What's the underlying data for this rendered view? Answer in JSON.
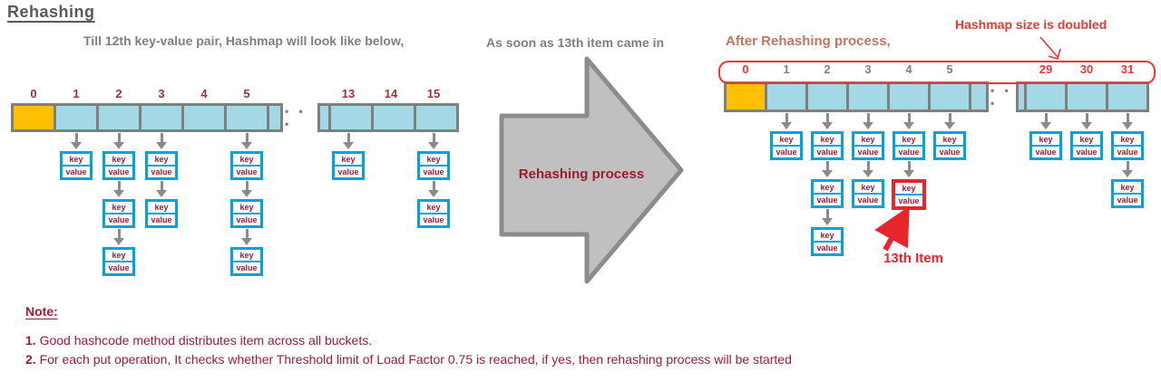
{
  "title": "Rehashing",
  "colors": {
    "bucket_fill": "#A3D8E6",
    "bucket_zero_fill": "#FFC000",
    "array_border": "#7F7F7F",
    "gray_text": "#7F7F7F",
    "maroon_text": "#9E1B32",
    "index_maroon": "#943634",
    "red_accent": "#F03434",
    "highlight_red": "#E8252A",
    "kv_border_blue": "#00A3E0",
    "big_arrow_fill": "#C0C0C0",
    "big_arrow_border": "#8C8C8C",
    "brown_caption": "#C0765B"
  },
  "kv_box": {
    "key": "key",
    "value": "value"
  },
  "left_panel": {
    "caption": "Till 12th key-value pair, Hashmap will look like below,",
    "indices": [
      "0",
      "1",
      "2",
      "3",
      "4",
      "5",
      "13",
      "14",
      "15"
    ],
    "ellipsis": "• • •",
    "chains": [
      {
        "bucket": "1",
        "count": 1
      },
      {
        "bucket": "2",
        "count": 3
      },
      {
        "bucket": "3",
        "count": 2
      },
      {
        "bucket": "5",
        "count": 3
      },
      {
        "bucket": "13",
        "count": 1
      },
      {
        "bucket": "15",
        "count": 2
      }
    ]
  },
  "middle": {
    "caption": "As soon as 13th item came in",
    "arrow_label": "Rehashing process"
  },
  "right_panel": {
    "caption": "After Rehashing process,",
    "annotation": "Hashmap size is doubled",
    "indices": [
      "0",
      "1",
      "2",
      "3",
      "4",
      "5",
      "29",
      "30",
      "31"
    ],
    "ellipsis": "• • •",
    "chains": [
      {
        "bucket": "1",
        "count": 1
      },
      {
        "bucket": "2",
        "count": 3
      },
      {
        "bucket": "3",
        "count": 2
      },
      {
        "bucket": "4",
        "count": 2,
        "highlight_last": true
      },
      {
        "bucket": "5",
        "count": 1
      },
      {
        "bucket": "29",
        "count": 1
      },
      {
        "bucket": "30",
        "count": 1
      },
      {
        "bucket": "31",
        "count": 2
      }
    ],
    "highlight_label": "13th Item"
  },
  "note": {
    "heading": "Note: ",
    "items": [
      {
        "num": "1.",
        "text": " Good hashcode method distributes item across all buckets."
      },
      {
        "num": "2.",
        "text": " For each put operation, It checks whether Threshold limit of Load Factor 0.75 is reached,  if yes, then rehashing process will be started"
      }
    ]
  }
}
